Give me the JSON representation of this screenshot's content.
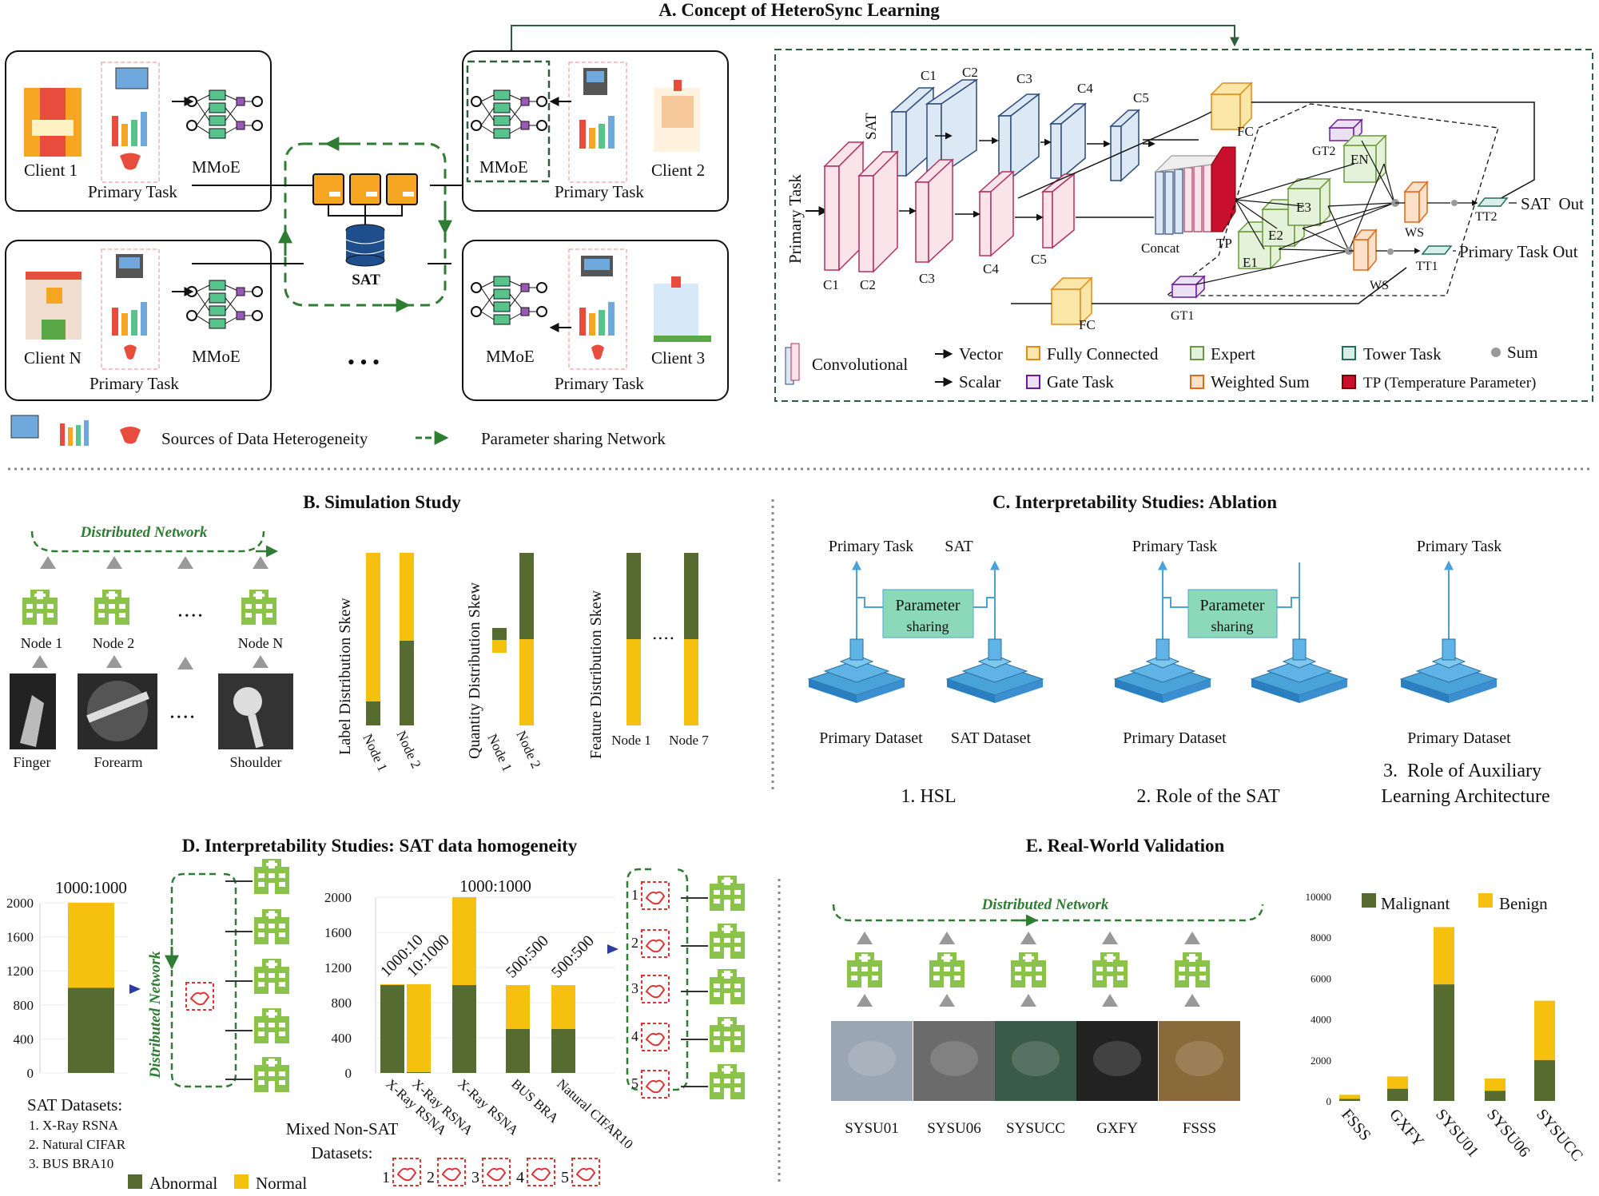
{
  "panel_a": {
    "title": "A. Concept of HeteroSync Learning",
    "clients": [
      "Client 1",
      "Client 2",
      "Client N",
      "Client 3"
    ],
    "primary_task": "Primary Task",
    "mmoe": "MMoE",
    "sat": "SAT",
    "ellipsis": "• • •",
    "legend_sources": "Sources of Data Heterogeneity",
    "legend_param": "Parameter sharing Network",
    "arch": {
      "sat_label": "SAT",
      "primary_label": "Primary Task",
      "c_top": [
        "C1",
        "C2",
        "C3",
        "C4",
        "C5"
      ],
      "c_bottom": [
        "C1",
        "C2",
        "C3",
        "C4",
        "C5"
      ],
      "fc": "FC",
      "concat": "Concat",
      "tp": "TP",
      "gt1": "GT1",
      "gt2": "GT2",
      "experts": [
        "E1",
        "E2",
        "E3",
        "EN"
      ],
      "ws": "WS",
      "tt1": "TT1",
      "tt2": "TT2",
      "sat_out": "SAT  Out",
      "primary_out": "Primary Task Out",
      "legend": {
        "convolutional": "Convolutional",
        "vector": "Vector",
        "scalar": "Scalar",
        "fully_connected": "Fully Connected",
        "gate_task": "Gate Task",
        "expert": "Expert",
        "weighted_sum": "Weighted Sum",
        "tower_task": "Tower Task",
        "tp_full": "TP (Temperature Parameter)",
        "sum": "Sum"
      }
    }
  },
  "panel_b": {
    "title": "B. Simulation Study",
    "network": "Distributed Network",
    "nodes": [
      "Node 1",
      "Node 2",
      "Node N"
    ],
    "images": [
      "Finger",
      "Forearm",
      "Shoulder"
    ],
    "dots": "• • • •",
    "charts": [
      {
        "ylabel": "Label Distribution Skew",
        "x": [
          "Node 1",
          "Node 2"
        ]
      },
      {
        "ylabel": "Quantity Distribution Skew",
        "x": [
          "Node 1",
          "Node 2"
        ]
      },
      {
        "ylabel": "Feature Distribution Skew",
        "x": [
          "Node 1",
          "Node 7"
        ]
      }
    ]
  },
  "panel_c": {
    "title": "C. Interpretability Studies: Ablation",
    "primary_task": "Primary Task",
    "sat": "SAT",
    "param1": "Parameter",
    "param2": "sharing",
    "primary_dataset": "Primary Dataset",
    "sat_dataset": "SAT Dataset",
    "cap1": "1. HSL",
    "cap2": "2. Role of the SAT",
    "cap3a": "3.  Role of Auxiliary",
    "cap3b": "Learning Architecture"
  },
  "panel_d": {
    "title": "D. Interpretability Studies: SAT data homogeneity",
    "network": "Distributed Network",
    "ratio_left": "1000:1000",
    "ratio_right": [
      "1000:10",
      "10:1000",
      "1000:1000",
      "500:500",
      "500:500"
    ],
    "categories": [
      "X-Ray RSNA",
      "X-Ray RSNA",
      "X-Ray RSNA",
      "BUS BRA",
      "Natural CIFAR10"
    ],
    "sat_heading": "SAT Datasets:",
    "sat_list": [
      "1. X-Ray RSNA",
      "2. Natural CIFAR",
      "3. BUS BRA10"
    ],
    "mixed1": "Mixed Non-SAT",
    "mixed2": "Datasets:",
    "nums": [
      "1",
      "2",
      "3",
      "4",
      "5"
    ],
    "legend_abnormal": "Abnormal",
    "legend_normal": "Normal",
    "yticks": [
      "0",
      "400",
      "800",
      "1200",
      "1600",
      "2000"
    ]
  },
  "panel_e": {
    "title": "E. Real-World Validation",
    "network": "Distributed Network",
    "sites": [
      "SYSU01",
      "SYSU06",
      "SYSUCC",
      "GXFY",
      "FSSS"
    ],
    "legend_malignant": "Malignant",
    "legend_benign": "Benign",
    "yticks": [
      "0",
      "2000",
      "4000",
      "6000",
      "8000",
      "10000"
    ]
  },
  "colors": {
    "dark_green": "#556b2f",
    "yellow": "#f6c00e",
    "network_green": "#2e7d32",
    "hospital_green": "#8bc34a"
  },
  "chart_data": [
    {
      "type": "bar",
      "title": "D. SAT data homogeneity (left)",
      "categories": [
        "SAT"
      ],
      "series": [
        {
          "name": "Abnormal",
          "values": [
            1000
          ]
        },
        {
          "name": "Normal",
          "values": [
            1000
          ]
        }
      ],
      "ylim": [
        0,
        2000
      ]
    },
    {
      "type": "bar",
      "title": "D. Mixed Non-SAT",
      "categories": [
        "X-Ray RSNA",
        "X-Ray RSNA",
        "X-Ray RSNA",
        "BUS BRA",
        "Natural CIFAR10"
      ],
      "series": [
        {
          "name": "Abnormal",
          "values": [
            1000,
            10,
            1000,
            500,
            500
          ]
        },
        {
          "name": "Normal",
          "values": [
            10,
            1000,
            1000,
            500,
            500
          ]
        }
      ],
      "ylim": [
        0,
        2000
      ]
    },
    {
      "type": "bar",
      "title": "E. Real-World Validation",
      "categories": [
        "FSSS",
        "GXFY",
        "SYSU01",
        "SYSU06",
        "SYSUCC"
      ],
      "series": [
        {
          "name": "Malignant",
          "values": [
            100,
            600,
            5700,
            500,
            2000
          ]
        },
        {
          "name": "Benign",
          "values": [
            200,
            600,
            2800,
            600,
            2900
          ]
        }
      ],
      "ylim": [
        0,
        10000
      ]
    }
  ]
}
